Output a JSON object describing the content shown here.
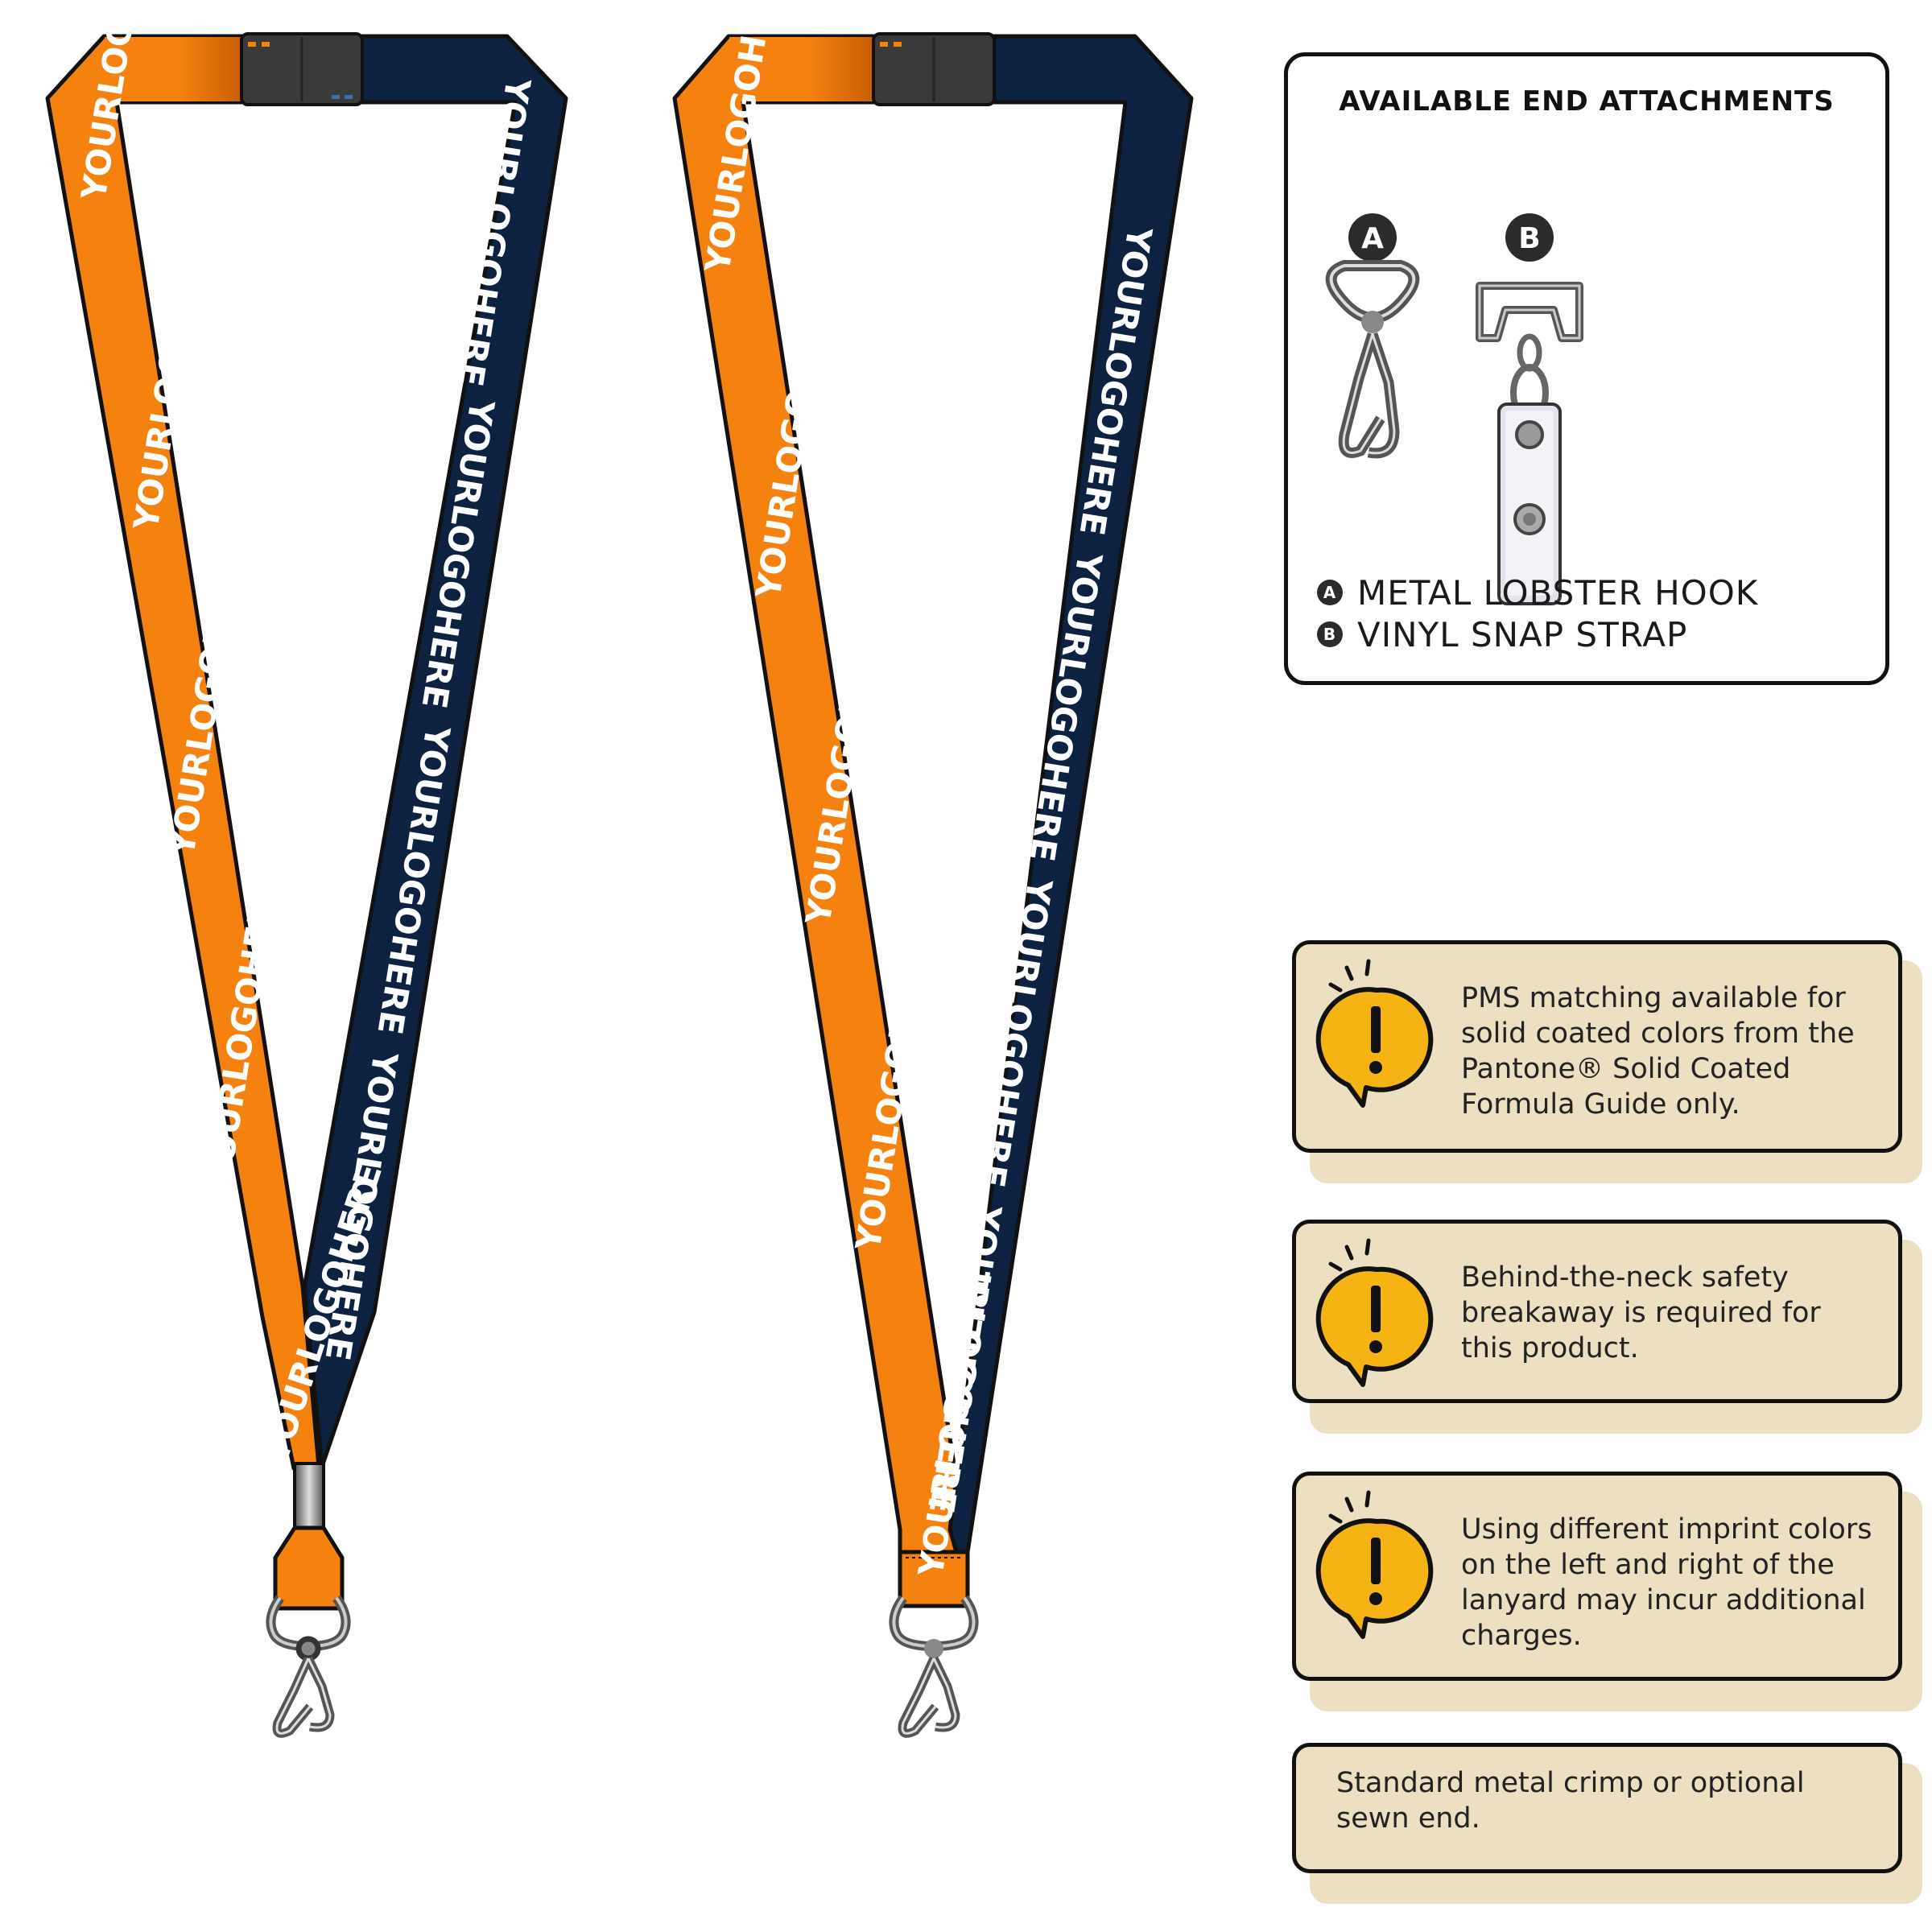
{
  "lanyard": {
    "logo_text": "YOURLOGOHERE",
    "colors": {
      "orange": "#f5820f",
      "navy": "#0d2240",
      "buckle": "#3a3a3a",
      "metal": "#9a9a9a"
    }
  },
  "attachments_panel": {
    "title": "AVAILABLE END ATTACHMENTS",
    "items": [
      {
        "badge": "A",
        "label": "METAL LOBSTER HOOK",
        "icon": "lobster-hook-icon"
      },
      {
        "badge": "B",
        "label": "VINYL SNAP STRAP",
        "icon": "vinyl-snap-strap-icon"
      }
    ]
  },
  "notes": [
    {
      "text": "PMS matching available for solid coated colors from the Pantone® Solid Coated Formula Guide only.",
      "icon": "alert-icon"
    },
    {
      "text": "Behind-the-neck safety breakaway is required for this product.",
      "icon": "alert-icon"
    },
    {
      "text": "Using different imprint colors on the left and right of the lanyard may incur additional charges.",
      "icon": "alert-icon"
    },
    {
      "text": "Standard metal crimp or optional sewn end."
    }
  ],
  "accent": {
    "alert_yellow": "#f6b314",
    "note_bg": "#ecdfc2"
  }
}
